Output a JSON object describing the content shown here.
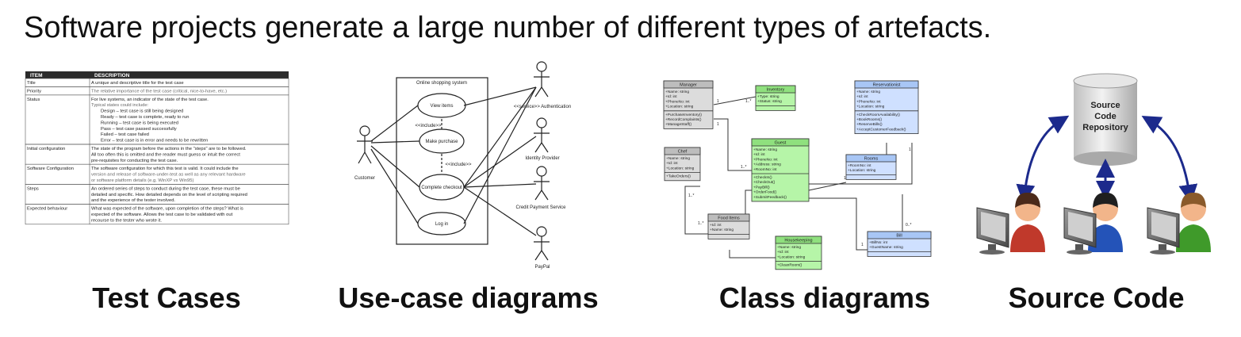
{
  "headline": "Software projects generate a large number of different types of artefacts.",
  "panels": {
    "test_cases": {
      "caption": "Test Cases",
      "header": [
        "ITEM",
        "DESCRIPTION"
      ],
      "rows": [
        {
          "item": "Title",
          "lines": [
            "A unique and descriptive title for the test case"
          ]
        },
        {
          "item": "Priority",
          "lines": [
            "The relative importance of the test case (critical, nice-to-have, etc.)"
          ]
        },
        {
          "item": "Status",
          "lines": [
            "For live systems, an indicator of the state of the test case.",
            "Typical states could include:",
            "Design – test case is still being designed",
            "Ready – test case is complete, ready to run",
            "Running – test case is being executed",
            "Pass – test case passed successfully",
            "Failed – test case failed",
            "Error – test case is in error and needs to be rewritten"
          ]
        },
        {
          "item": "Initial configuration",
          "lines": [
            "The state of the program before the actions in the \"steps\" are to be followed.",
            "All too often this is omitted and the reader must guess or intuit the correct",
            "pre-requisites for conducting the test case."
          ]
        },
        {
          "item": "Software Configuration",
          "lines": [
            "The software configuration for which this test is valid. It could include the",
            "version and release of software-under-test as well as any relevant hardware",
            "or software platform details (e.g. WinXP vs Win95)"
          ]
        },
        {
          "item": "Steps",
          "lines": [
            "An ordered series of steps to conduct during the test case, these must be",
            "detailed and specific. How detailed depends on the level of scripting required",
            "and the experience of the tester involved."
          ]
        },
        {
          "item": "Expected behaviour",
          "lines": [
            "What was expected of the software, upon completion of the steps? What is",
            "expected of the software. Allows the test case to be validated with out",
            "recourse to the tester who wrote it."
          ]
        }
      ]
    },
    "use_case": {
      "caption": "Use-case diagrams",
      "system_title": "Online shopping system",
      "use_cases": [
        "View items",
        "Make purchase",
        "Complete checkout",
        "Log in"
      ],
      "include_1": "<<include>>",
      "include_2": "<<include>>",
      "actors": [
        "Customer",
        "<<service>> Authentication",
        "Identity Provider",
        "Credit Payment Service",
        "PayPal"
      ]
    },
    "class_diagram": {
      "caption": "Class diagrams",
      "classes": [
        {
          "name": "Manager",
          "attrs": [
            "+Name: string",
            "+Id: int",
            "+PhoneNo: int",
            "+Location: string"
          ],
          "ops": [
            "+PurchaseInventory()",
            "+RecordComplaints()",
            "+ManageStaff()"
          ]
        },
        {
          "name": "Inventory",
          "attrs": [
            "+Type: string",
            "+Status: string"
          ],
          "ops": []
        },
        {
          "name": "Reservationist",
          "attrs": [
            "+Name: string",
            "+Id: int",
            "+PhoneNo: int",
            "+Location: string"
          ],
          "ops": [
            "+CheckRoomAvailability()",
            "+BookRooms()",
            "+ReserveBills()",
            "+AcceptCustomerFeedback()"
          ]
        },
        {
          "name": "Chef",
          "attrs": [
            "+Name: string",
            "+Id: int",
            "+Location: string"
          ],
          "ops": [
            "+TakeOrders()"
          ]
        },
        {
          "name": "Guest",
          "attrs": [
            "+Name: string",
            "+Id: int",
            "+PhoneNo: int",
            "+Address: string",
            "+RoomNo: int"
          ],
          "ops": [
            "+CheckIn()",
            "+CheckOut()",
            "+PayBill()",
            "+OrderFood()",
            "+SubmitFeedback()"
          ]
        },
        {
          "name": "Rooms",
          "attrs": [
            "+RoomNo: int",
            "+Location: string"
          ],
          "ops": []
        },
        {
          "name": "Food Items",
          "attrs": [
            "+Id: int",
            "+Name: string"
          ],
          "ops": []
        },
        {
          "name": "Housekeeping",
          "attrs": [
            "+Name: string",
            "+Id: int",
            "+Location: string"
          ],
          "ops": [
            "+CleanRoom()"
          ]
        },
        {
          "name": "Bill",
          "attrs": [
            "+BillNo: int",
            "+GuestName: string"
          ],
          "ops": []
        }
      ],
      "multiplicities": [
        "1",
        "1..*",
        "1",
        "1..*",
        "1..*",
        "1",
        "1",
        "1..*",
        "1",
        "1",
        "0..*",
        "1",
        "1"
      ]
    },
    "source_code": {
      "caption": "Source Code",
      "repo_label": [
        "Source",
        "Code",
        "Repository"
      ]
    }
  }
}
